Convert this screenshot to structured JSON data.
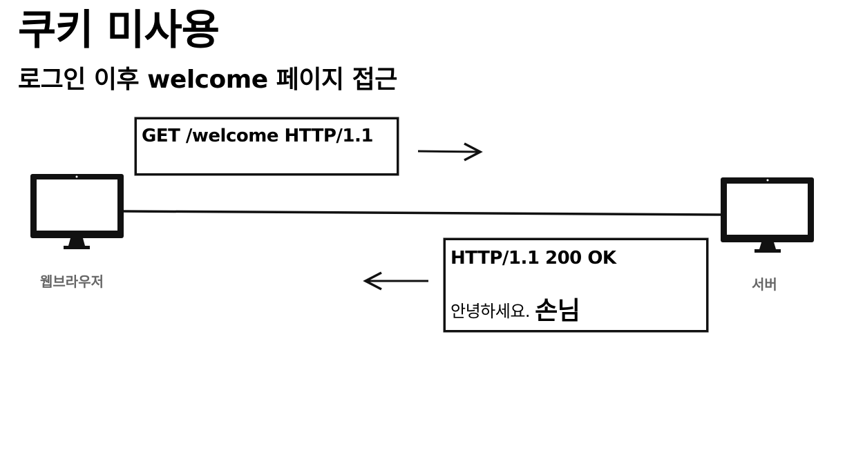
{
  "title": "쿠키 미사용",
  "subtitle": "로그인 이후 welcome 페이지 접근",
  "request": {
    "line1": "GET /welcome HTTP/1.1"
  },
  "response": {
    "line1": "HTTP/1.1 200 OK",
    "greeting": "안녕하세요.",
    "guest": "손님"
  },
  "nodes": {
    "browser_label": "웹브라우저",
    "server_label": "서버",
    "browser_icon": "monitor-icon",
    "server_icon": "monitor-icon"
  },
  "colors": {
    "ink": "#111111",
    "label_gray": "#666666"
  }
}
